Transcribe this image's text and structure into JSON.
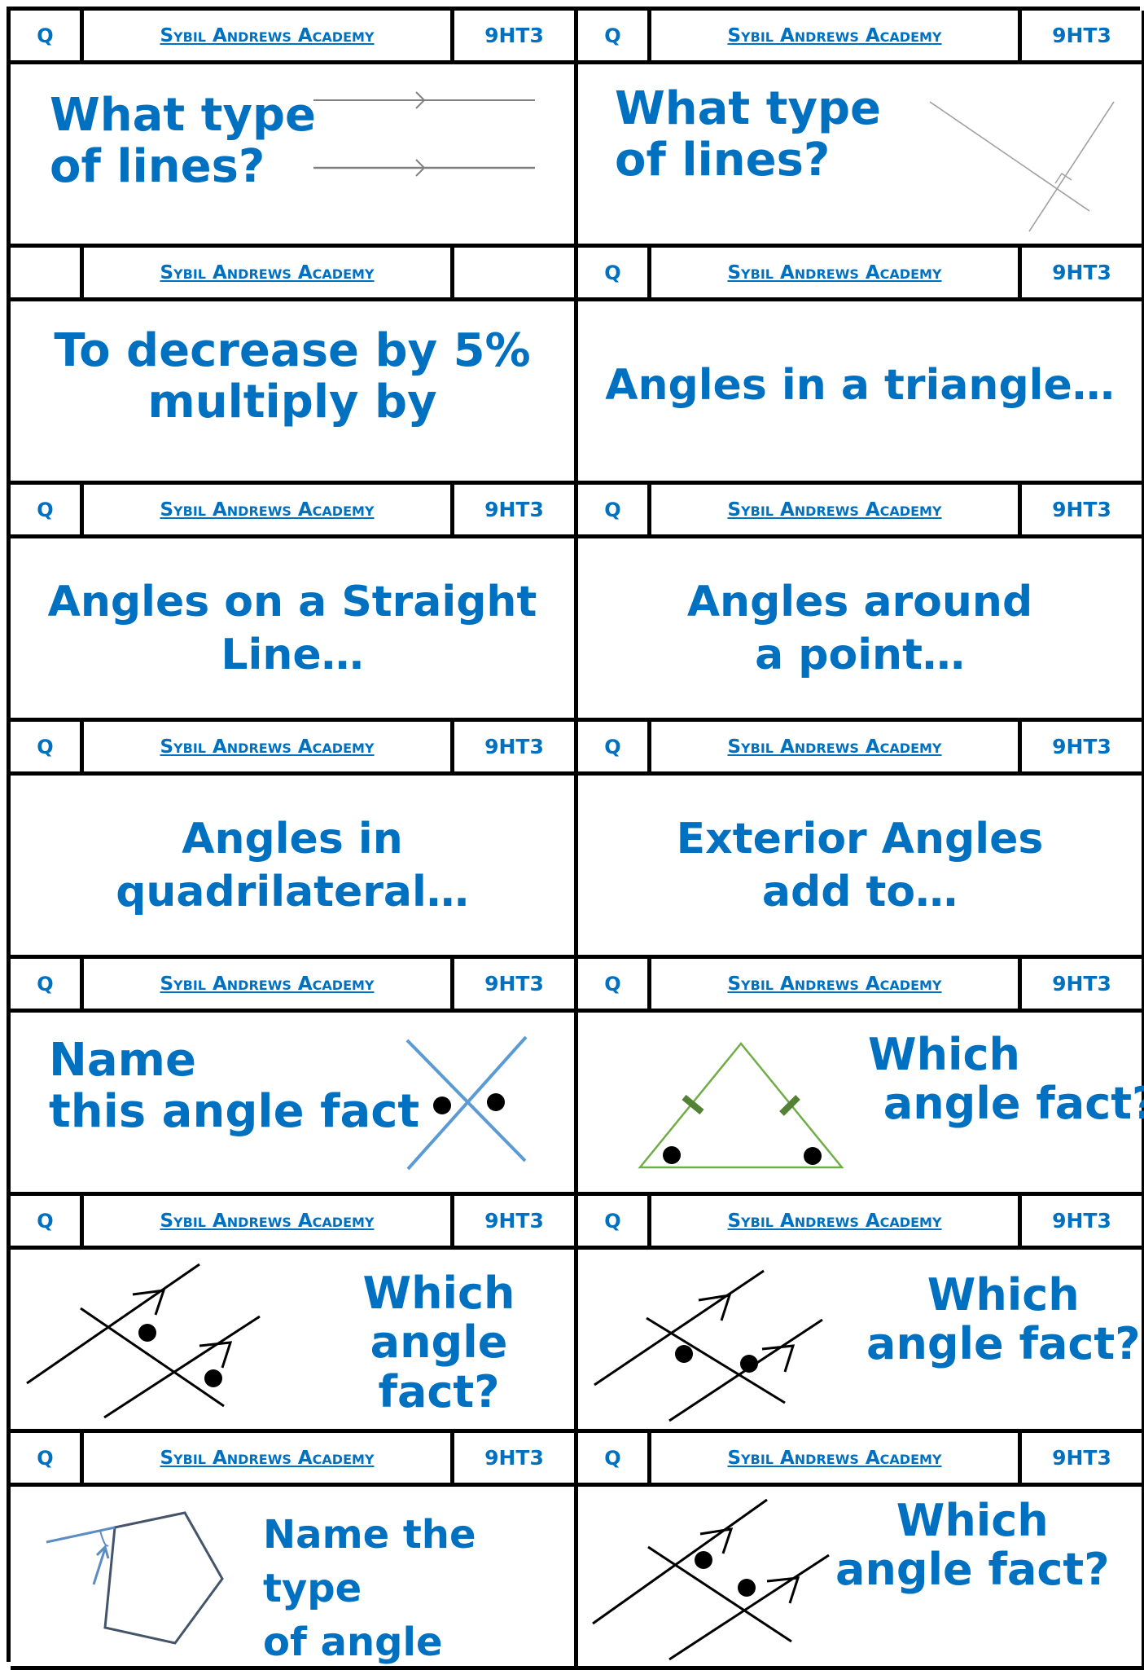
{
  "header": {
    "q_label": "Q",
    "academy": "Sybil Andrews Academy",
    "code": "9HT3"
  },
  "cards": [
    {
      "question": [
        "What type",
        "of lines?"
      ],
      "figure": "parallel-lines-icon",
      "header_q": "Q",
      "header_code": "9HT3"
    },
    {
      "question": [
        "What type",
        "of lines?"
      ],
      "figure": "perpendicular-lines-icon",
      "header_q": "Q",
      "header_code": "9HT3"
    },
    {
      "question": [
        "To decrease by 5%",
        "multiply by"
      ],
      "figure": "",
      "header_q": "",
      "header_code": ""
    },
    {
      "question": [
        "Angles in a triangle…"
      ],
      "figure": "",
      "header_q": "Q",
      "header_code": "9HT3"
    },
    {
      "question": [
        "Angles on a Straight",
        "Line…"
      ],
      "figure": "",
      "header_q": "Q",
      "header_code": "9HT3"
    },
    {
      "question": [
        "Angles around",
        "a point…"
      ],
      "figure": "",
      "header_q": "Q",
      "header_code": "9HT3"
    },
    {
      "question": [
        "Angles in",
        "quadrilateral…"
      ],
      "figure": "",
      "header_q": "Q",
      "header_code": "9HT3"
    },
    {
      "question": [
        "Exterior Angles",
        "add to…"
      ],
      "figure": "",
      "header_q": "Q",
      "header_code": "9HT3"
    },
    {
      "question": [
        "Name",
        "this angle fact"
      ],
      "figure": "vertically-opposite-angles-icon",
      "header_q": "Q",
      "header_code": "9HT3"
    },
    {
      "question": [
        "Which",
        " angle fact?"
      ],
      "figure": "isosceles-triangle-icon",
      "header_q": "Q",
      "header_code": "9HT3"
    },
    {
      "question": [
        "Which",
        "angle fact?"
      ],
      "figure": "corresponding-angles-icon",
      "header_q": "Q",
      "header_code": "9HT3"
    },
    {
      "question": [
        "Which",
        "angle fact?"
      ],
      "figure": "alternate-angles-icon",
      "header_q": "Q",
      "header_code": "9HT3"
    },
    {
      "question": [
        "Name the type",
        "of angle"
      ],
      "figure": "exterior-angle-pentagon-icon",
      "header_q": "Q",
      "header_code": "9HT3"
    },
    {
      "question": [
        "Which",
        "angle fact?"
      ],
      "figure": "alternate-angles-icon",
      "header_q": "Q",
      "header_code": "9HT3"
    }
  ],
  "colors": {
    "text": "#0070c0",
    "border": "#000000",
    "triangle": "#70ad47",
    "triangle_marks": "#548235",
    "cross_lines": "#5b9bd5",
    "pentagon": "#44546a"
  }
}
